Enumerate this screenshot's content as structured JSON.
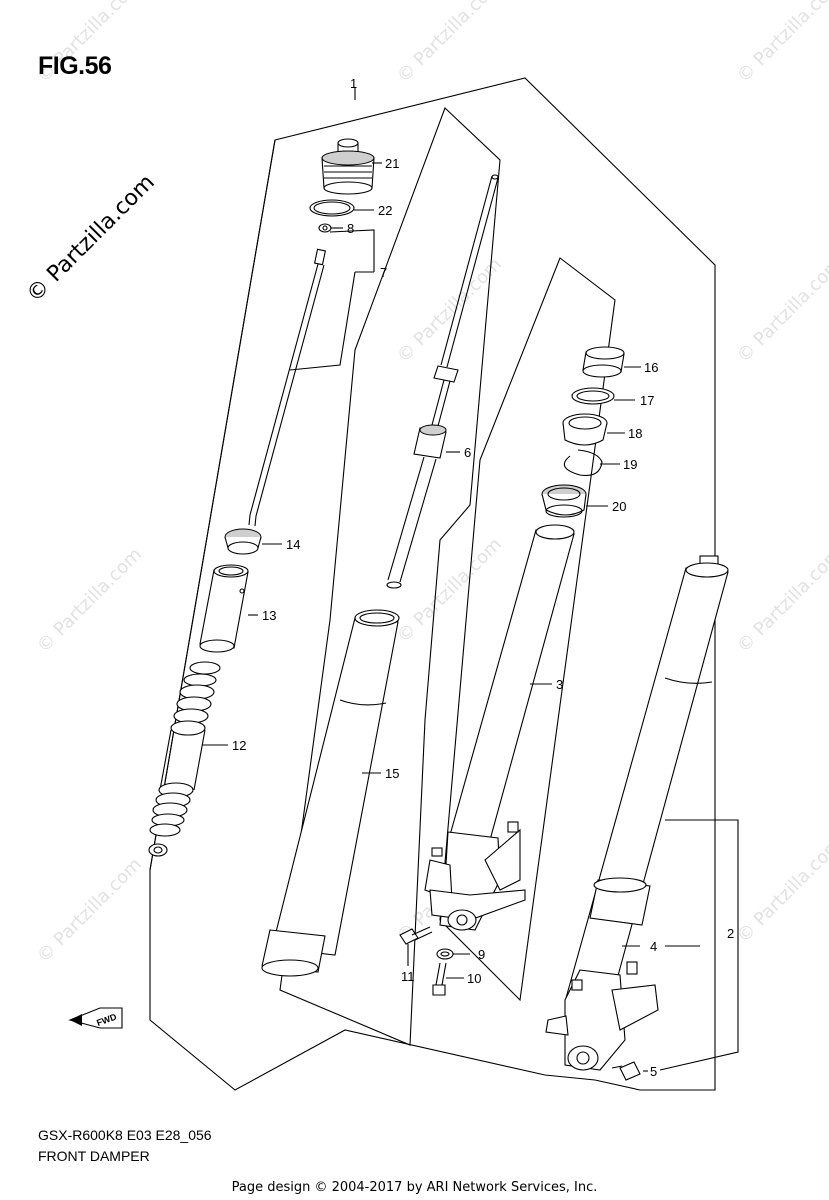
{
  "figure": {
    "title": "FIG.56",
    "watermark": "© Partzilla.com",
    "faint_watermark": "© Partzilla.com",
    "model_code": "GSX-R600K8 E03 E28_056",
    "section_name": "FRONT DAMPER",
    "direction_label": "FWD"
  },
  "callouts": [
    "1",
    "2",
    "3",
    "4",
    "5",
    "6",
    "7",
    "8",
    "9",
    "10",
    "11",
    "12",
    "13",
    "14",
    "15",
    "16",
    "17",
    "18",
    "19",
    "20",
    "21",
    "22"
  ],
  "footer": "Page design © 2004-2017 by ARI Network Services, Inc."
}
